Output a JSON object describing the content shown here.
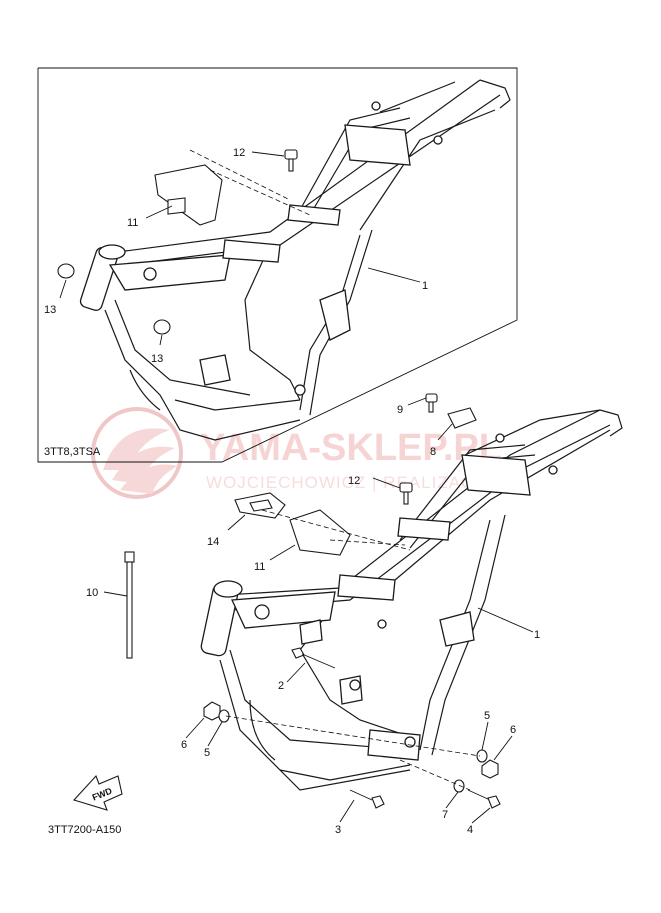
{
  "inset": {
    "variant_label": "3TT8,3TSA",
    "callouts": [
      {
        "id": "inset-12",
        "text": "12"
      },
      {
        "id": "inset-11",
        "text": "11"
      },
      {
        "id": "inset-1",
        "text": "1"
      },
      {
        "id": "inset-13a",
        "text": "13"
      },
      {
        "id": "inset-13b",
        "text": "13"
      }
    ]
  },
  "main": {
    "callouts": [
      {
        "id": "main-9",
        "text": "9"
      },
      {
        "id": "main-8",
        "text": "8"
      },
      {
        "id": "main-12",
        "text": "12"
      },
      {
        "id": "main-14",
        "text": "14"
      },
      {
        "id": "main-11",
        "text": "11"
      },
      {
        "id": "main-1",
        "text": "1"
      },
      {
        "id": "main-10",
        "text": "10"
      },
      {
        "id": "main-2",
        "text": "2"
      },
      {
        "id": "main-5a",
        "text": "5"
      },
      {
        "id": "main-6a",
        "text": "6"
      },
      {
        "id": "main-6b",
        "text": "6"
      },
      {
        "id": "main-5b",
        "text": "5"
      },
      {
        "id": "main-7",
        "text": "7"
      },
      {
        "id": "main-4",
        "text": "4"
      },
      {
        "id": "main-3",
        "text": "3"
      }
    ],
    "fwd_label": "FWD",
    "figure_code": "3TT7200-A150"
  },
  "watermark": {
    "brand": "YAMA-SKLEP.PL",
    "tagline": "WOJCIECHOWICZ | REALIZACJA",
    "color": "#e8a0a0"
  }
}
